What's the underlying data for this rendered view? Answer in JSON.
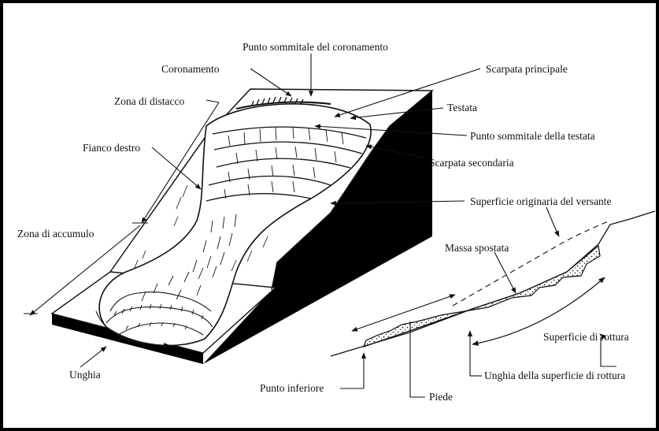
{
  "labels": {
    "crown_top_point": "Punto sommitale del coronamento",
    "crown": "Coronamento",
    "main_scarp": "Scarpata principale",
    "detachment_zone": "Zona di distacco",
    "head": "Testata",
    "head_top_point": "Punto sommitale della testata",
    "right_flank": "Fianco destro",
    "secondary_scarp": "Scarpata  secondaria",
    "original_slope_surface": "Superficie originaria del versante",
    "accumulation_zone": "Zona di accumulo",
    "displaced_mass": "Massa spostata",
    "rupture_surface": "Superficie di  rottura",
    "toe_of_rupture_surface": "Unghia della superficie di rottura",
    "lower_point": "Punto inferiore",
    "foot": "Piede",
    "toe": "Unghia"
  },
  "colors": {
    "ink": "#111111",
    "background": "#ffffff",
    "shadow": "#000000"
  }
}
